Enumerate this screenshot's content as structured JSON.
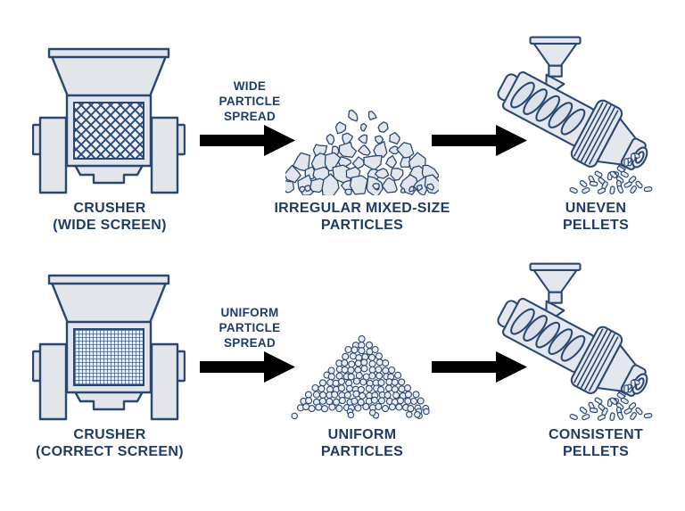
{
  "colors": {
    "navy": "#1f3c66",
    "arrow": "#1f4370",
    "outline": "#2a4771",
    "machine_fill": "#e2e6eb",
    "screen_bg": "#eef2f7",
    "background": "#ffffff"
  },
  "illustrations": {
    "crusher_wide": "shredder-crusher-with-wide-diamond-mesh-screen",
    "crusher_correct": "shredder-crusher-with-fine-grid-screen",
    "extruder": "pelletizing-extruder-with-hopper-spilling-pellets",
    "pile_irregular": "heap-of-irregular-mixed-size-fragments",
    "pile_uniform": "heap-of-uniform-round-granules"
  },
  "rows": [
    {
      "id": "wide-screen",
      "machine_label_line1": "CRUSHER",
      "machine_label_line2": "(WIDE SCREEN)",
      "arrow_caption_line1": "WIDE",
      "arrow_caption_line2": "PARTICLE",
      "arrow_caption_line3": "SPREAD",
      "particles_label_line1": "IRREGULAR MIXED-SIZE",
      "particles_label_line2": "PARTICLES",
      "pellets_label_line1": "UNEVEN",
      "pellets_label_line2": "PELLETS"
    },
    {
      "id": "correct-screen",
      "machine_label_line1": "CRUSHER",
      "machine_label_line2": "(CORRECT SCREEN)",
      "arrow_caption_line1": "UNIFORM",
      "arrow_caption_line2": "PARTICLE",
      "arrow_caption_line3": "SPREAD",
      "particles_label_line1": "UNIFORM",
      "particles_label_line2": "PARTICLES",
      "pellets_label_line1": "CONSISTENT",
      "pellets_label_line2": "PELLETS"
    }
  ]
}
